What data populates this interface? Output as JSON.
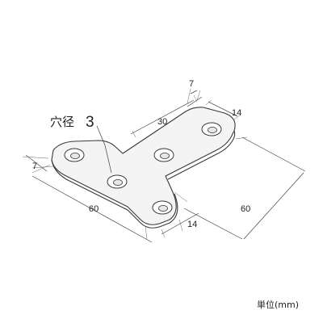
{
  "diagram": {
    "hole_note_prefix": "穴径",
    "hole_note_value": "3",
    "unit_label": "単位(mm)",
    "dimensions": {
      "top_hole_offset": "7",
      "top_hole_spacing": "30",
      "top_width": "14",
      "left_hole_offset": "7",
      "bottom_length": "60",
      "bottom_width": "14",
      "right_length": "60"
    }
  }
}
